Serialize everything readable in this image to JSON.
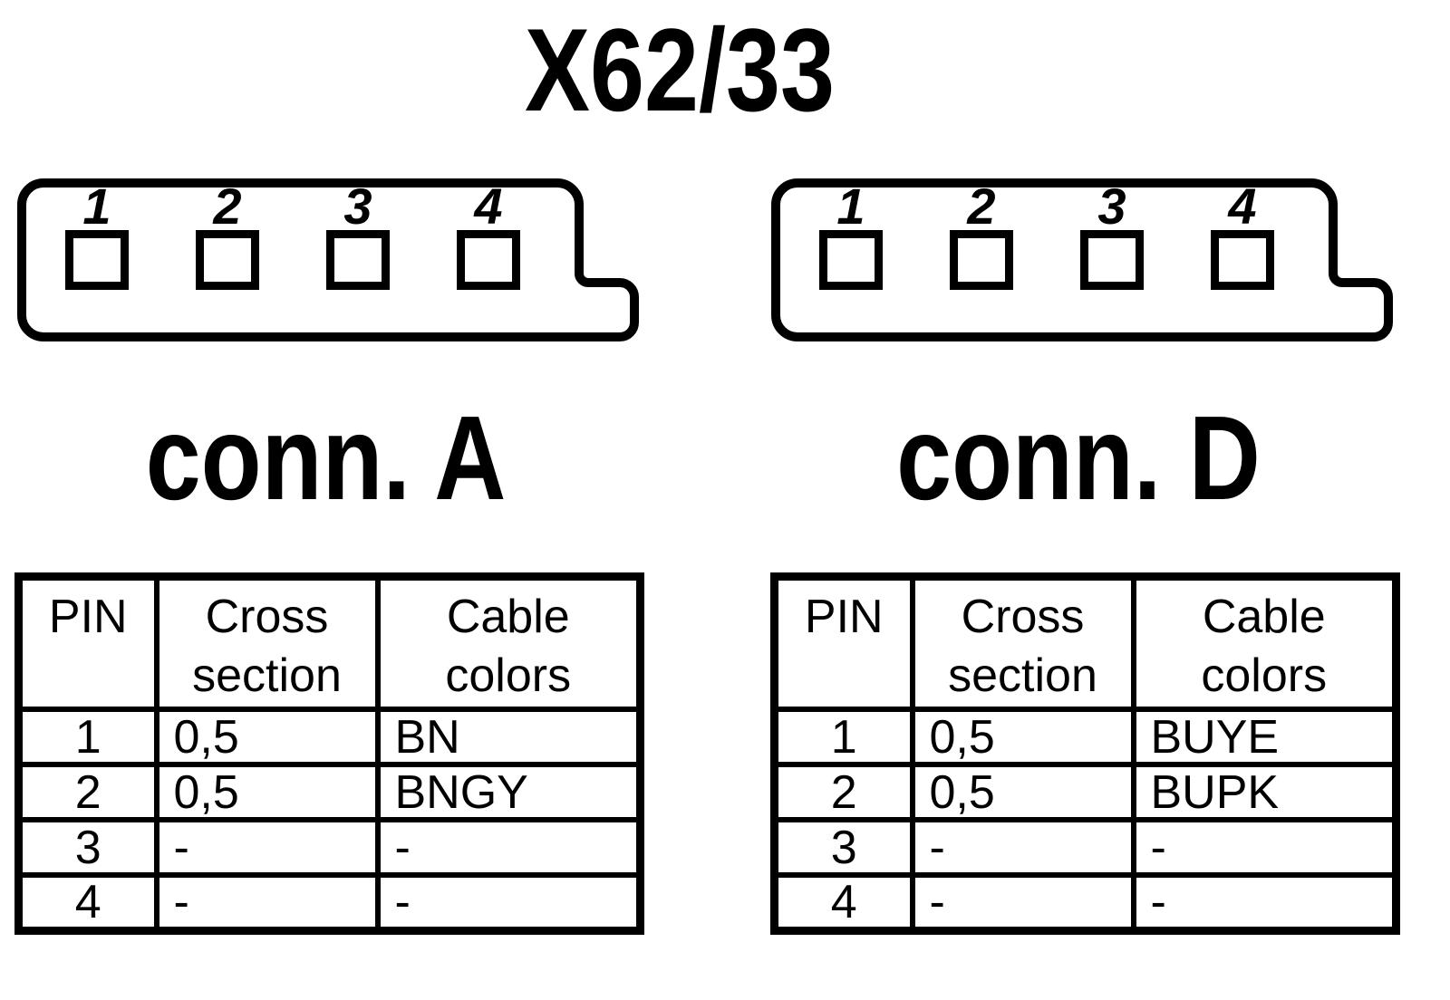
{
  "title": "X62/33",
  "colors": {
    "ink": "#000000",
    "paper": "#ffffff"
  },
  "connectors": [
    {
      "label": "conn. A",
      "pins": [
        "1",
        "2",
        "3",
        "4"
      ],
      "table": {
        "headers": [
          "PIN",
          "Cross section",
          "Cable colors"
        ],
        "rows": [
          [
            "1",
            "0,5",
            "BN"
          ],
          [
            "2",
            "0,5",
            "BNGY"
          ],
          [
            "3",
            "-",
            "-"
          ],
          [
            "4",
            "-",
            "-"
          ]
        ]
      }
    },
    {
      "label": "conn. D",
      "pins": [
        "1",
        "2",
        "3",
        "4"
      ],
      "table": {
        "headers": [
          "PIN",
          "Cross section",
          "Cable colors"
        ],
        "rows": [
          [
            "1",
            "0,5",
            "BUYE"
          ],
          [
            "2",
            "0,5",
            "BUPK"
          ],
          [
            "3",
            "-",
            "-"
          ],
          [
            "4",
            "-",
            "-"
          ]
        ]
      }
    }
  ]
}
